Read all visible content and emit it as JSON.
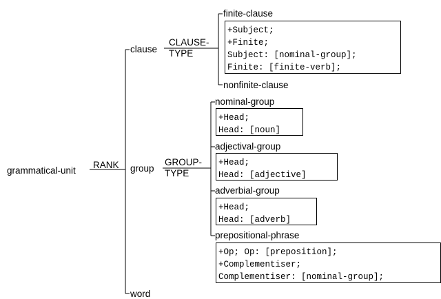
{
  "root": "grammatical-unit",
  "rank_system": "RANK",
  "rank_options": [
    "clause",
    "group",
    "word"
  ],
  "clause_system": [
    "CLAUSE-",
    "TYPE"
  ],
  "clause_options": {
    "finite": {
      "label": "finite-clause",
      "realizations": [
        "+Subject;",
        "+Finite;",
        "Subject: [nominal-group];",
        "Finite: [finite-verb];"
      ]
    },
    "nonfinite": {
      "label": "nonfinite-clause"
    }
  },
  "group_system": [
    "GROUP-",
    "TYPE"
  ],
  "group_options": [
    {
      "label": "nominal-group",
      "realizations": [
        "+Head;",
        "Head: [noun]"
      ]
    },
    {
      "label": "adjectival-group",
      "realizations": [
        "+Head;",
        "Head: [adjective]"
      ]
    },
    {
      "label": "adverbial-group",
      "realizations": [
        "+Head;",
        "Head: [adverb]"
      ]
    },
    {
      "label": "prepositional-phrase",
      "realizations": [
        "+Op; Op: [preposition];",
        "+Complementiser;",
        "Complementiser: [nominal-group];"
      ]
    }
  ]
}
